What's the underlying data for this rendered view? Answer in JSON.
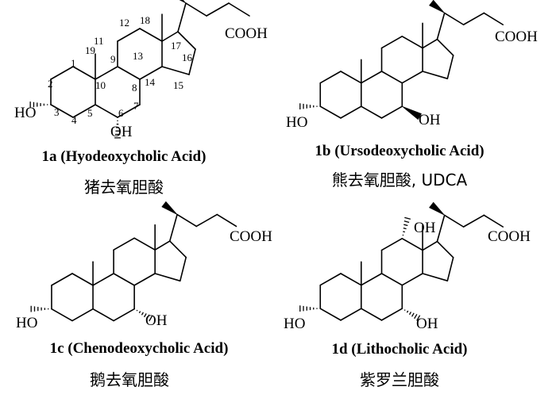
{
  "structures": [
    {
      "id": "1a",
      "name": "1a (Hyodeoxycholic Acid)",
      "chinese": "猪去氧胆酸",
      "groups": {
        "acid": "COOH",
        "oh_c3": "HO",
        "oh_extra": "OH"
      },
      "locants": [
        "1",
        "2",
        "3",
        "4",
        "5",
        "6",
        "7",
        "8",
        "9",
        "10",
        "11",
        "12",
        "13",
        "14",
        "15",
        "16",
        "17",
        "18",
        "19"
      ]
    },
    {
      "id": "1b",
      "name": "1b (Ursodeoxycholic Acid)",
      "chinese": "熊去氧胆酸, UDCA",
      "groups": {
        "acid": "COOH",
        "oh_c3": "HO",
        "oh_extra": "OH"
      }
    },
    {
      "id": "1c",
      "name": "1c (Chenodeoxycholic Acid)",
      "chinese": "鹅去氧胆酸",
      "groups": {
        "acid": "COOH",
        "oh_c3": "HO",
        "oh_extra": "OH"
      }
    },
    {
      "id": "1d",
      "name": "1d (Lithocholic Acid)",
      "chinese": "紫罗兰胆酸",
      "groups": {
        "acid": "COOH",
        "oh_c3": "HO",
        "oh_extra": "OH",
        "oh_c12": "OH"
      }
    }
  ]
}
